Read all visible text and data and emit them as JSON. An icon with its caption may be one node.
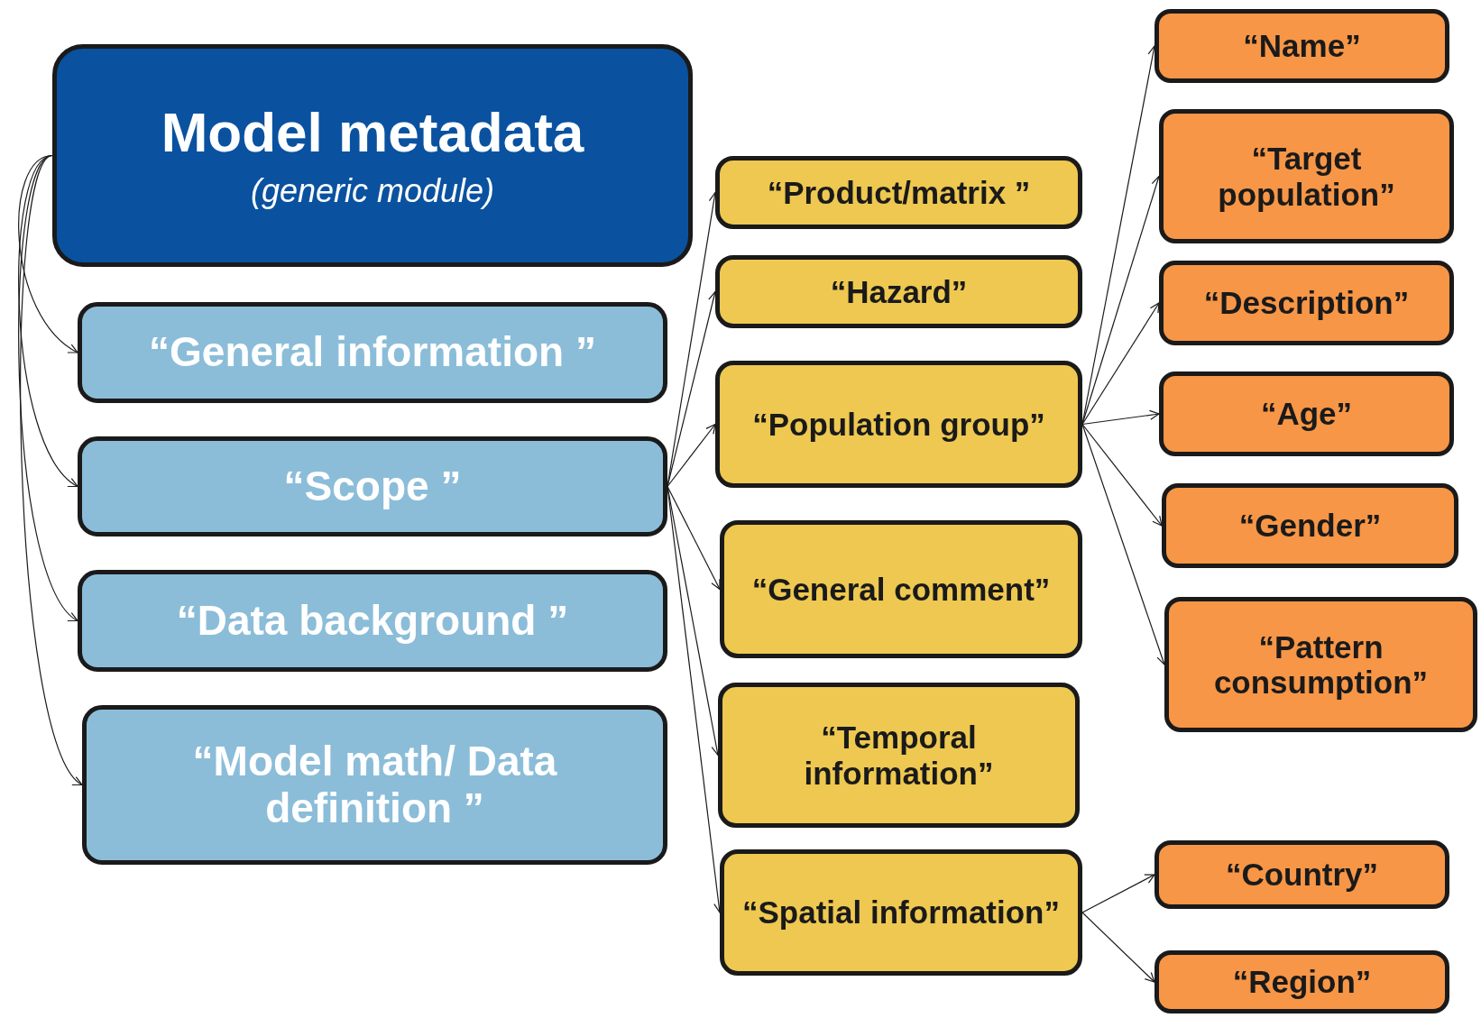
{
  "diagram": {
    "nodes": [
      {
        "text": [
          "Model metadata",
          "(generic module)"
        ]
      },
      {
        "text": [
          "“General information ”"
        ]
      },
      {
        "text": [
          "“Scope ”"
        ]
      },
      {
        "text": [
          "“Data background ”"
        ]
      },
      {
        "text": [
          "“Model math/ Data definition ”"
        ]
      },
      {
        "text": [
          "“Product/matrix ”"
        ]
      },
      {
        "text": [
          "“Hazard”"
        ]
      },
      {
        "text": [
          "“Population group”"
        ]
      },
      {
        "text": [
          "“General comment”"
        ]
      },
      {
        "text": [
          "“Temporal information”"
        ]
      },
      {
        "text": [
          "“Spatial information”"
        ]
      },
      {
        "text": [
          "“Name”"
        ]
      },
      {
        "text": [
          "“Target population”"
        ]
      },
      {
        "text": [
          "“Description”"
        ]
      },
      {
        "text": [
          "“Age”"
        ]
      },
      {
        "text": [
          "“Gender”"
        ]
      },
      {
        "text": [
          "“Pattern consumption”"
        ]
      },
      {
        "text": [
          "“Country”"
        ]
      },
      {
        "text": [
          "“Region”"
        ]
      }
    ],
    "edges": [
      {
        "from": 0,
        "to": 1,
        "arrow": "to"
      },
      {
        "from": 0,
        "to": 2,
        "arrow": "to"
      },
      {
        "from": 0,
        "to": 3,
        "arrow": "to"
      },
      {
        "from": 0,
        "to": 4,
        "arrow": "to"
      },
      {
        "from": 2,
        "to": 5,
        "arrow": "to"
      },
      {
        "from": 2,
        "to": 6,
        "arrow": "to"
      },
      {
        "from": 2,
        "to": 7,
        "arrow": "to"
      },
      {
        "from": 2,
        "to": 8,
        "arrow": "to"
      },
      {
        "from": 2,
        "to": 9,
        "arrow": "to"
      },
      {
        "from": 2,
        "to": 10,
        "arrow": "to"
      },
      {
        "from": 7,
        "to": 11,
        "arrow": "to"
      },
      {
        "from": 7,
        "to": 12,
        "arrow": "to"
      },
      {
        "from": 7,
        "to": 13,
        "arrow": "to"
      },
      {
        "from": 7,
        "to": 14,
        "arrow": "to"
      },
      {
        "from": 7,
        "to": 15,
        "arrow": "to"
      },
      {
        "from": 7,
        "to": 16,
        "arrow": "to"
      },
      {
        "from": 10,
        "to": 17,
        "arrow": "to"
      },
      {
        "from": 10,
        "to": 18,
        "arrow": "to"
      }
    ]
  }
}
